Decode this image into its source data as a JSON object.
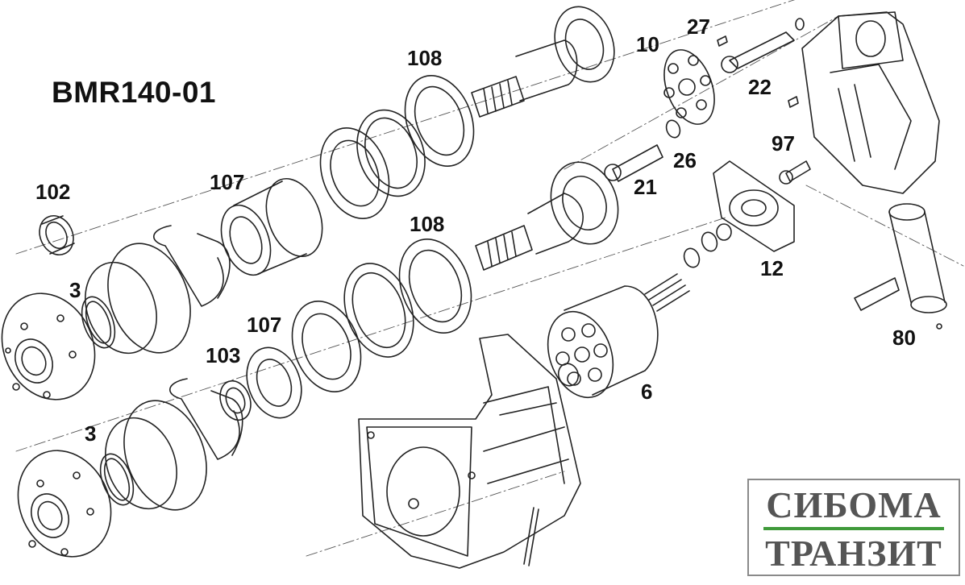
{
  "title": "BMR140-01",
  "logo": {
    "line1": "СИБОМА",
    "line2": "ТРАНЗИТ",
    "accent_color": "#3f9a3a",
    "text_color": "#555555"
  },
  "callouts": {
    "c108a": "108",
    "c10": "10",
    "c27": "27",
    "c22": "22",
    "c97": "97",
    "c26": "26",
    "c21": "21",
    "c102": "102",
    "c107a": "107",
    "c108b": "108",
    "c12": "12",
    "c3a": "3",
    "c107b": "107",
    "c103": "103",
    "c80": "80",
    "c6": "6",
    "c3b": "3"
  }
}
